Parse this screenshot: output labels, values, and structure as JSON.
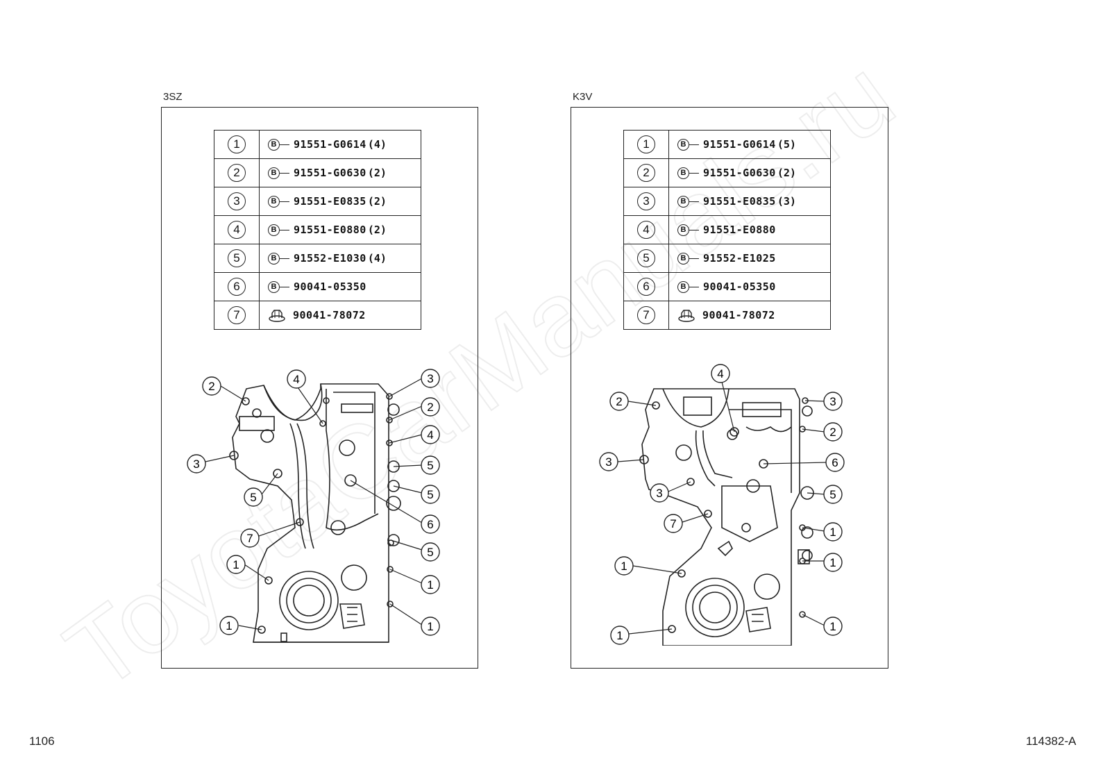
{
  "watermark": "ToyotaCarManuals.ru",
  "panels": [
    {
      "label": "3SZ",
      "rows": [
        {
          "num": "1",
          "icon": "bolt",
          "part": "91551-G0614",
          "qty": "(4)"
        },
        {
          "num": "2",
          "icon": "bolt",
          "part": "91551-G0630",
          "qty": "(2)"
        },
        {
          "num": "3",
          "icon": "bolt",
          "part": "91551-E0835",
          "qty": "(2)"
        },
        {
          "num": "4",
          "icon": "bolt",
          "part": "91551-E0880",
          "qty": "(2)"
        },
        {
          "num": "5",
          "icon": "bolt",
          "part": "91552-E1030",
          "qty": "(4)"
        },
        {
          "num": "6",
          "icon": "bolt",
          "part": "90041-05350",
          "qty": ""
        },
        {
          "num": "7",
          "icon": "nut",
          "part": "90041-78072",
          "qty": ""
        }
      ],
      "callouts": [
        "2",
        "4",
        "3",
        "2",
        "4",
        "3",
        "5",
        "5",
        "5",
        "6",
        "7",
        "5",
        "1",
        "1",
        "1",
        "1"
      ]
    },
    {
      "label": "K3V",
      "rows": [
        {
          "num": "1",
          "icon": "bolt",
          "part": "91551-G0614",
          "qty": "(5)"
        },
        {
          "num": "2",
          "icon": "bolt",
          "part": "91551-G0630",
          "qty": "(2)"
        },
        {
          "num": "3",
          "icon": "bolt",
          "part": "91551-E0835",
          "qty": "(3)"
        },
        {
          "num": "4",
          "icon": "bolt",
          "part": "91551-E0880",
          "qty": ""
        },
        {
          "num": "5",
          "icon": "bolt",
          "part": "91552-E1025",
          "qty": ""
        },
        {
          "num": "6",
          "icon": "bolt",
          "part": "90041-05350",
          "qty": ""
        },
        {
          "num": "7",
          "icon": "nut",
          "part": "90041-78072",
          "qty": ""
        }
      ],
      "callouts": [
        "4",
        "2",
        "3",
        "3",
        "2",
        "6",
        "3",
        "5",
        "7",
        "1",
        "1",
        "1",
        "1",
        "1"
      ]
    }
  ],
  "bolt_symbol": "B",
  "footer": {
    "page": "1106",
    "figure_id": "114382-A"
  }
}
